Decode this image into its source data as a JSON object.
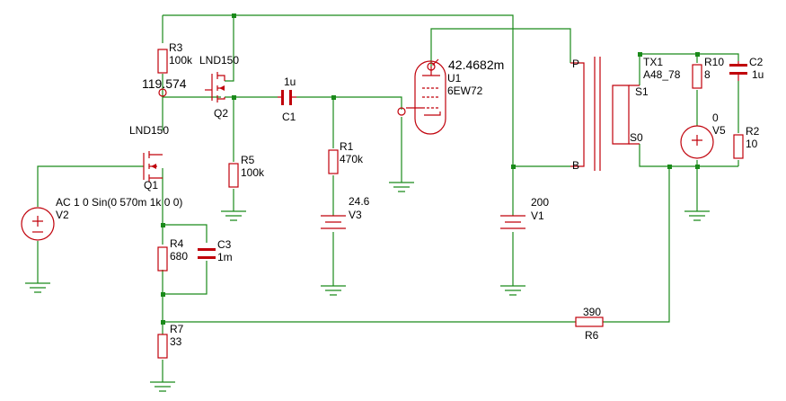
{
  "colors": {
    "wire": "#1a8a1a",
    "component": "#c0000a",
    "background": "#ffffff",
    "text": "#000000"
  },
  "probes": {
    "node_voltage": "119.574",
    "tube_current": "42.4682m"
  },
  "components": {
    "r3": {
      "ref": "R3",
      "value": "100k"
    },
    "q2": {
      "ref": "Q2",
      "model": "LND150"
    },
    "c1": {
      "ref": "C1",
      "value": "1u"
    },
    "r1": {
      "ref": "R1",
      "value": "470k"
    },
    "v3": {
      "ref": "V3",
      "value": "24.6"
    },
    "r5": {
      "ref": "R5",
      "value": "100k"
    },
    "q1": {
      "ref": "Q1",
      "model": "LND150"
    },
    "v2": {
      "ref": "V2",
      "value": "AC 1 0 Sin(0 570m 1k 0 0)"
    },
    "r4": {
      "ref": "R4",
      "value": "680"
    },
    "c3": {
      "ref": "C3",
      "value": "1m"
    },
    "r7": {
      "ref": "R7",
      "value": "33"
    },
    "r6": {
      "ref": "R6",
      "value": "390"
    },
    "u1": {
      "ref": "U1",
      "model": "6EW72"
    },
    "v1": {
      "ref": "V1",
      "value": "200"
    },
    "r10": {
      "ref": "R10",
      "value": "8"
    },
    "c2": {
      "ref": "C2",
      "value": "1u"
    },
    "v5": {
      "ref": "V5",
      "value": "0"
    },
    "r2": {
      "ref": "R2",
      "value": "10"
    }
  },
  "transformer": {
    "ref": "TX1",
    "model": "A48_78",
    "pin_p": "P",
    "pin_b": "B",
    "pin_s1": "S1",
    "pin_s0": "S0"
  }
}
